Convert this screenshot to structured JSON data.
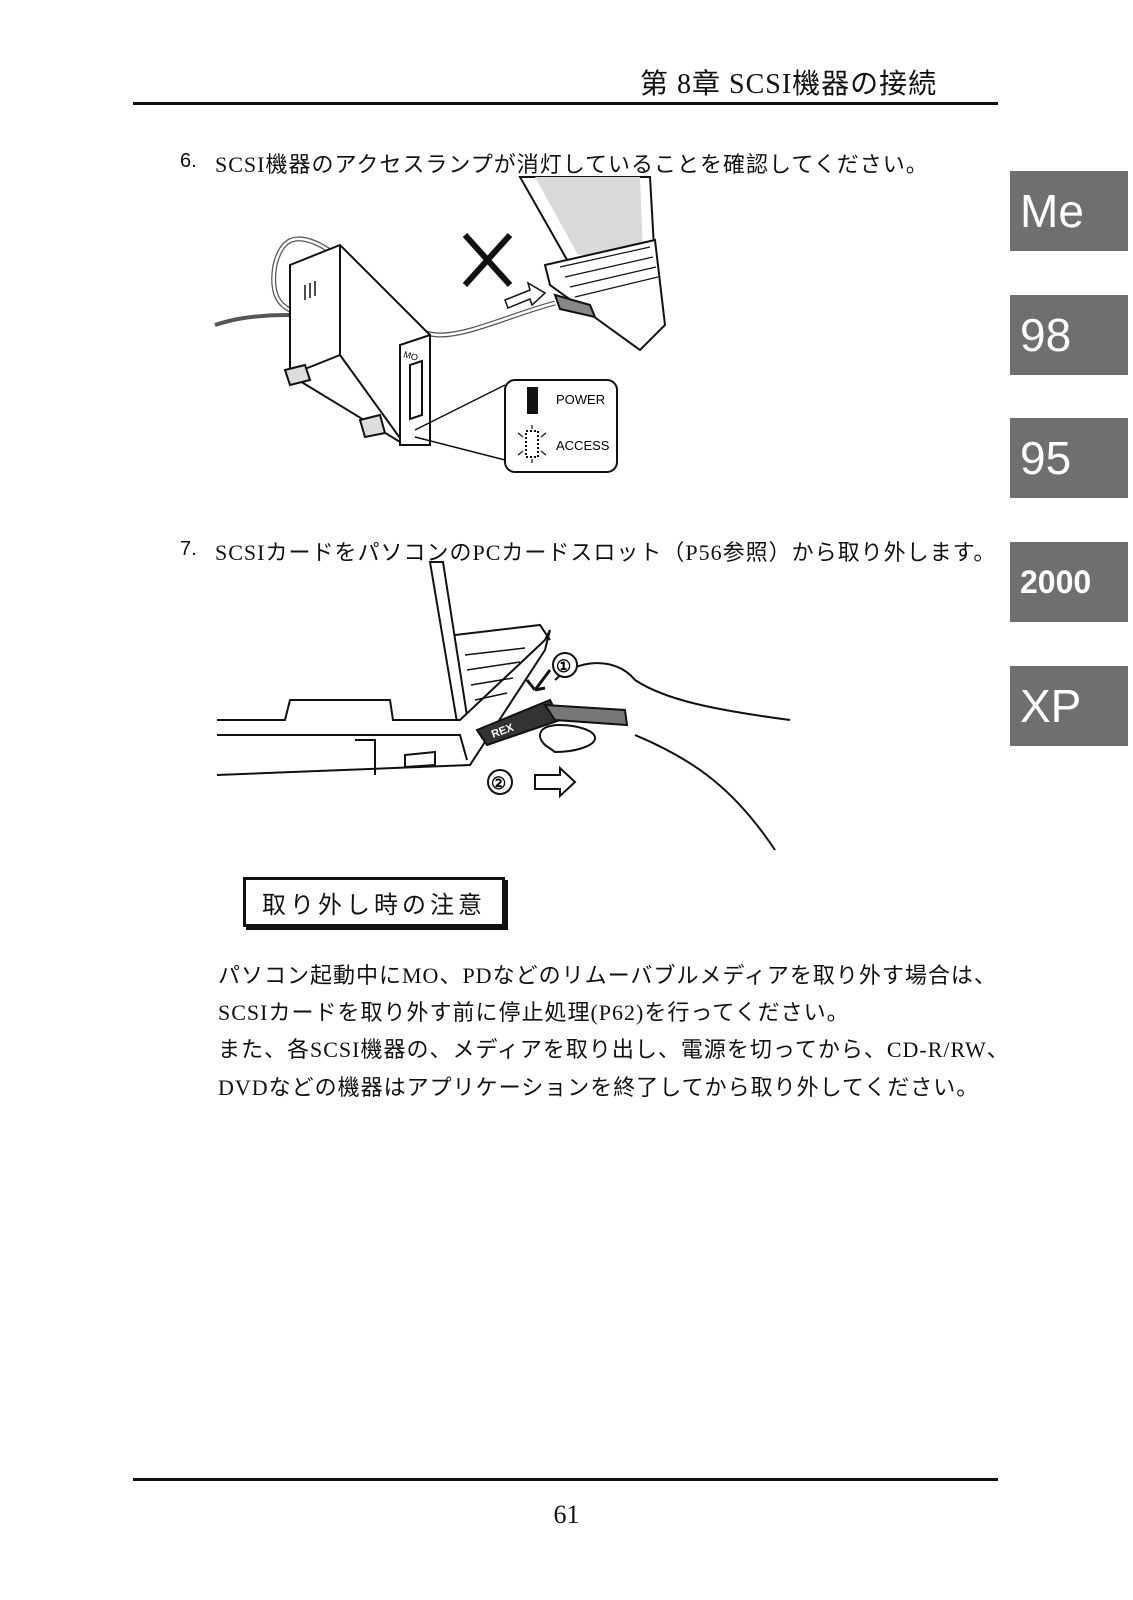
{
  "header": {
    "title": "第 8章 SCSI機器の接続"
  },
  "side_tabs": [
    {
      "label": "Me"
    },
    {
      "label": "98"
    },
    {
      "label": "95"
    },
    {
      "label": "2000"
    },
    {
      "label": "XP"
    }
  ],
  "steps": [
    {
      "number": "6.",
      "text": "SCSI機器のアクセスランプが消灯していることを確認してください。"
    },
    {
      "number": "7.",
      "text": "SCSIカードをパソコンのPCカードスロット（P56参照）から取り外します。"
    }
  ],
  "figure1": {
    "power_label": "POWER",
    "access_label": "ACCESS",
    "mo_label": "MO"
  },
  "figure2": {
    "card_brand": "REX",
    "step1_marker": "①",
    "step2_marker": "②"
  },
  "note": {
    "title": "取り外し時の注意",
    "lines": [
      "パソコン起動中にMO、PDなどのリムーバブルメディアを取り外す場合は、",
      "SCSIカードを取り外す前に停止処理(P62)を行ってください。",
      "また、各SCSI機器の、メディアを取り出し、電源を切ってから、CD-R/RW、",
      "DVDなどの機器はアプリケーションを終了してから取り外してください。"
    ]
  },
  "footer": {
    "page_number": "61"
  }
}
